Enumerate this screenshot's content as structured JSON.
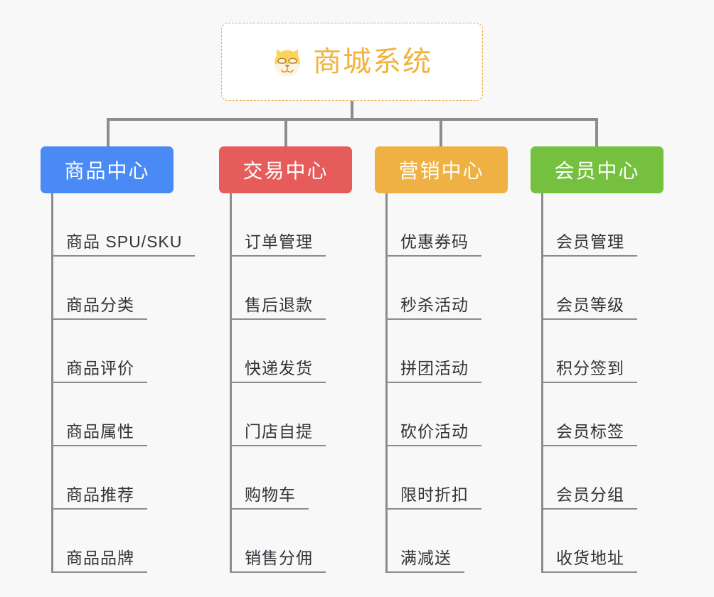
{
  "background_color": "#f8f8f8",
  "root": {
    "icon": "dog-face-icon",
    "title": "商城系统",
    "text_color": "#f0b33f",
    "border_color": "#e9a93f"
  },
  "connector_color": "#8c8c8c",
  "columns": [
    {
      "title": "商品中心",
      "color": "#4a8af4",
      "items": [
        "商品 SPU/SKU",
        "商品分类",
        "商品评价",
        "商品属性",
        "商品推荐",
        "商品品牌"
      ]
    },
    {
      "title": "交易中心",
      "color": "#e65c5a",
      "items": [
        "订单管理",
        "售后退款",
        "快递发货",
        "门店自提",
        "购物车",
        "销售分佣"
      ]
    },
    {
      "title": "营销中心",
      "color": "#efb044",
      "items": [
        "优惠券码",
        "秒杀活动",
        "拼团活动",
        "砍价活动",
        "限时折扣",
        "满减送"
      ]
    },
    {
      "title": "会员中心",
      "color": "#76c040",
      "items": [
        "会员管理",
        "会员等级",
        "积分签到",
        "会员标签",
        "会员分组",
        "收货地址"
      ]
    }
  ]
}
